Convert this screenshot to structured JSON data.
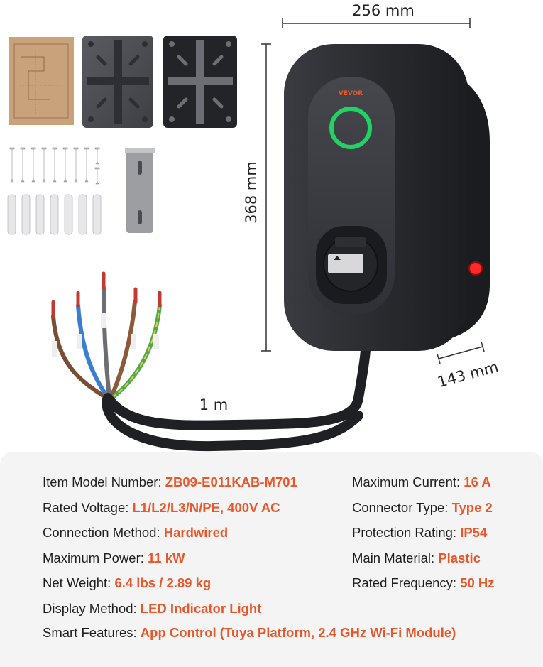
{
  "dimensions": {
    "width": "256 mm",
    "height": "368 mm",
    "depth": "143 mm",
    "cable_length": "1 m"
  },
  "brand": "VEVOR",
  "colors": {
    "accent": "#e8562a",
    "indicator_ring": "#22d364",
    "body_dark": "#2c2d31"
  },
  "specs": {
    "left": [
      {
        "label": "Item Model Number:",
        "value": "ZB09-E011KAB-M701"
      },
      {
        "label": "Rated Voltage:",
        "value": "L1/L2/L3/N/PE, 400V AC"
      },
      {
        "label": "Connection Method:",
        "value": "Hardwired"
      },
      {
        "label": "Maximum Power:",
        "value": "11 kW"
      },
      {
        "label": "Net Weight:",
        "value": "6.4 lbs / 2.89 kg"
      },
      {
        "label": "Display Method:",
        "value": "LED Indicator Light"
      },
      {
        "label": "Smart Features:",
        "value": "App Control (Tuya Platform, 2.4 GHz Wi-Fi Module)"
      }
    ],
    "right": [
      {
        "label": "Maximum Current:",
        "value": "16 A"
      },
      {
        "label": "Connector Type:",
        "value": "Type 2"
      },
      {
        "label": "Protection Rating:",
        "value": "IP54"
      },
      {
        "label": "Main Material:",
        "value": "Plastic"
      },
      {
        "label": "Rated Frequency:",
        "value": "50 Hz"
      }
    ]
  }
}
